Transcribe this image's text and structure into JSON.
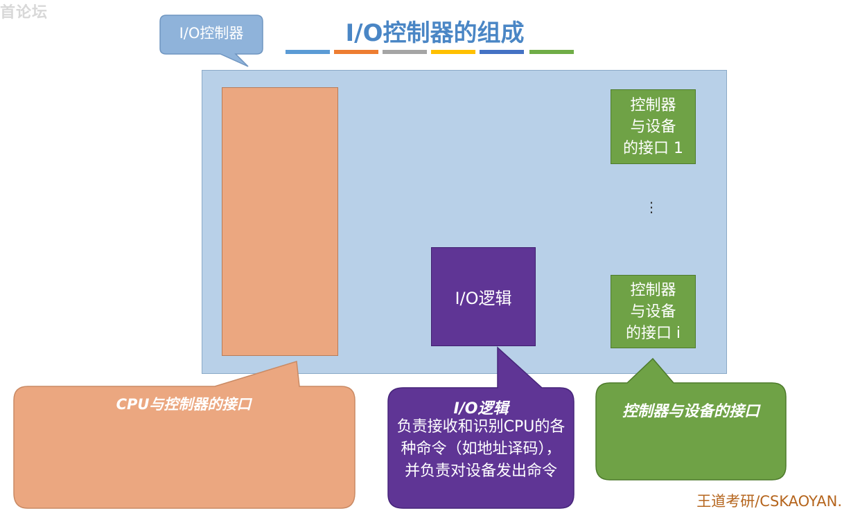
{
  "watermark_top_left": "首论坛",
  "title": "I/O控制器的组成",
  "title_bar_colors": [
    "#5b9bd5",
    "#ed7d31",
    "#a5a5a5",
    "#ffc000",
    "#4472c4",
    "#70ad47"
  ],
  "controller_label": "I/O控制器",
  "io_logic_box": "I/O逻辑",
  "device_interface_1": "控制器\n与设备\n的接口 1",
  "device_interface_i": "控制器\n与设备\n的接口 i",
  "ellipsis": "⋮",
  "callouts": {
    "cpu_interface": "CPU与控制器的接口",
    "io_logic_title": "I/O逻辑",
    "io_logic_body": "负责接收和识别CPU的各种命令（如地址译码），并负责对设备发出命令",
    "device_interface": "控制器与设备的接口"
  },
  "watermark_bottom_right": "王道考研/CSKAOYAN.",
  "colors": {
    "main_box": "#b8d0e8",
    "cpu_box": "#eba780",
    "io_logic": "#5f3595",
    "device": "#6fa246",
    "label_blue": "#8fb3da"
  }
}
